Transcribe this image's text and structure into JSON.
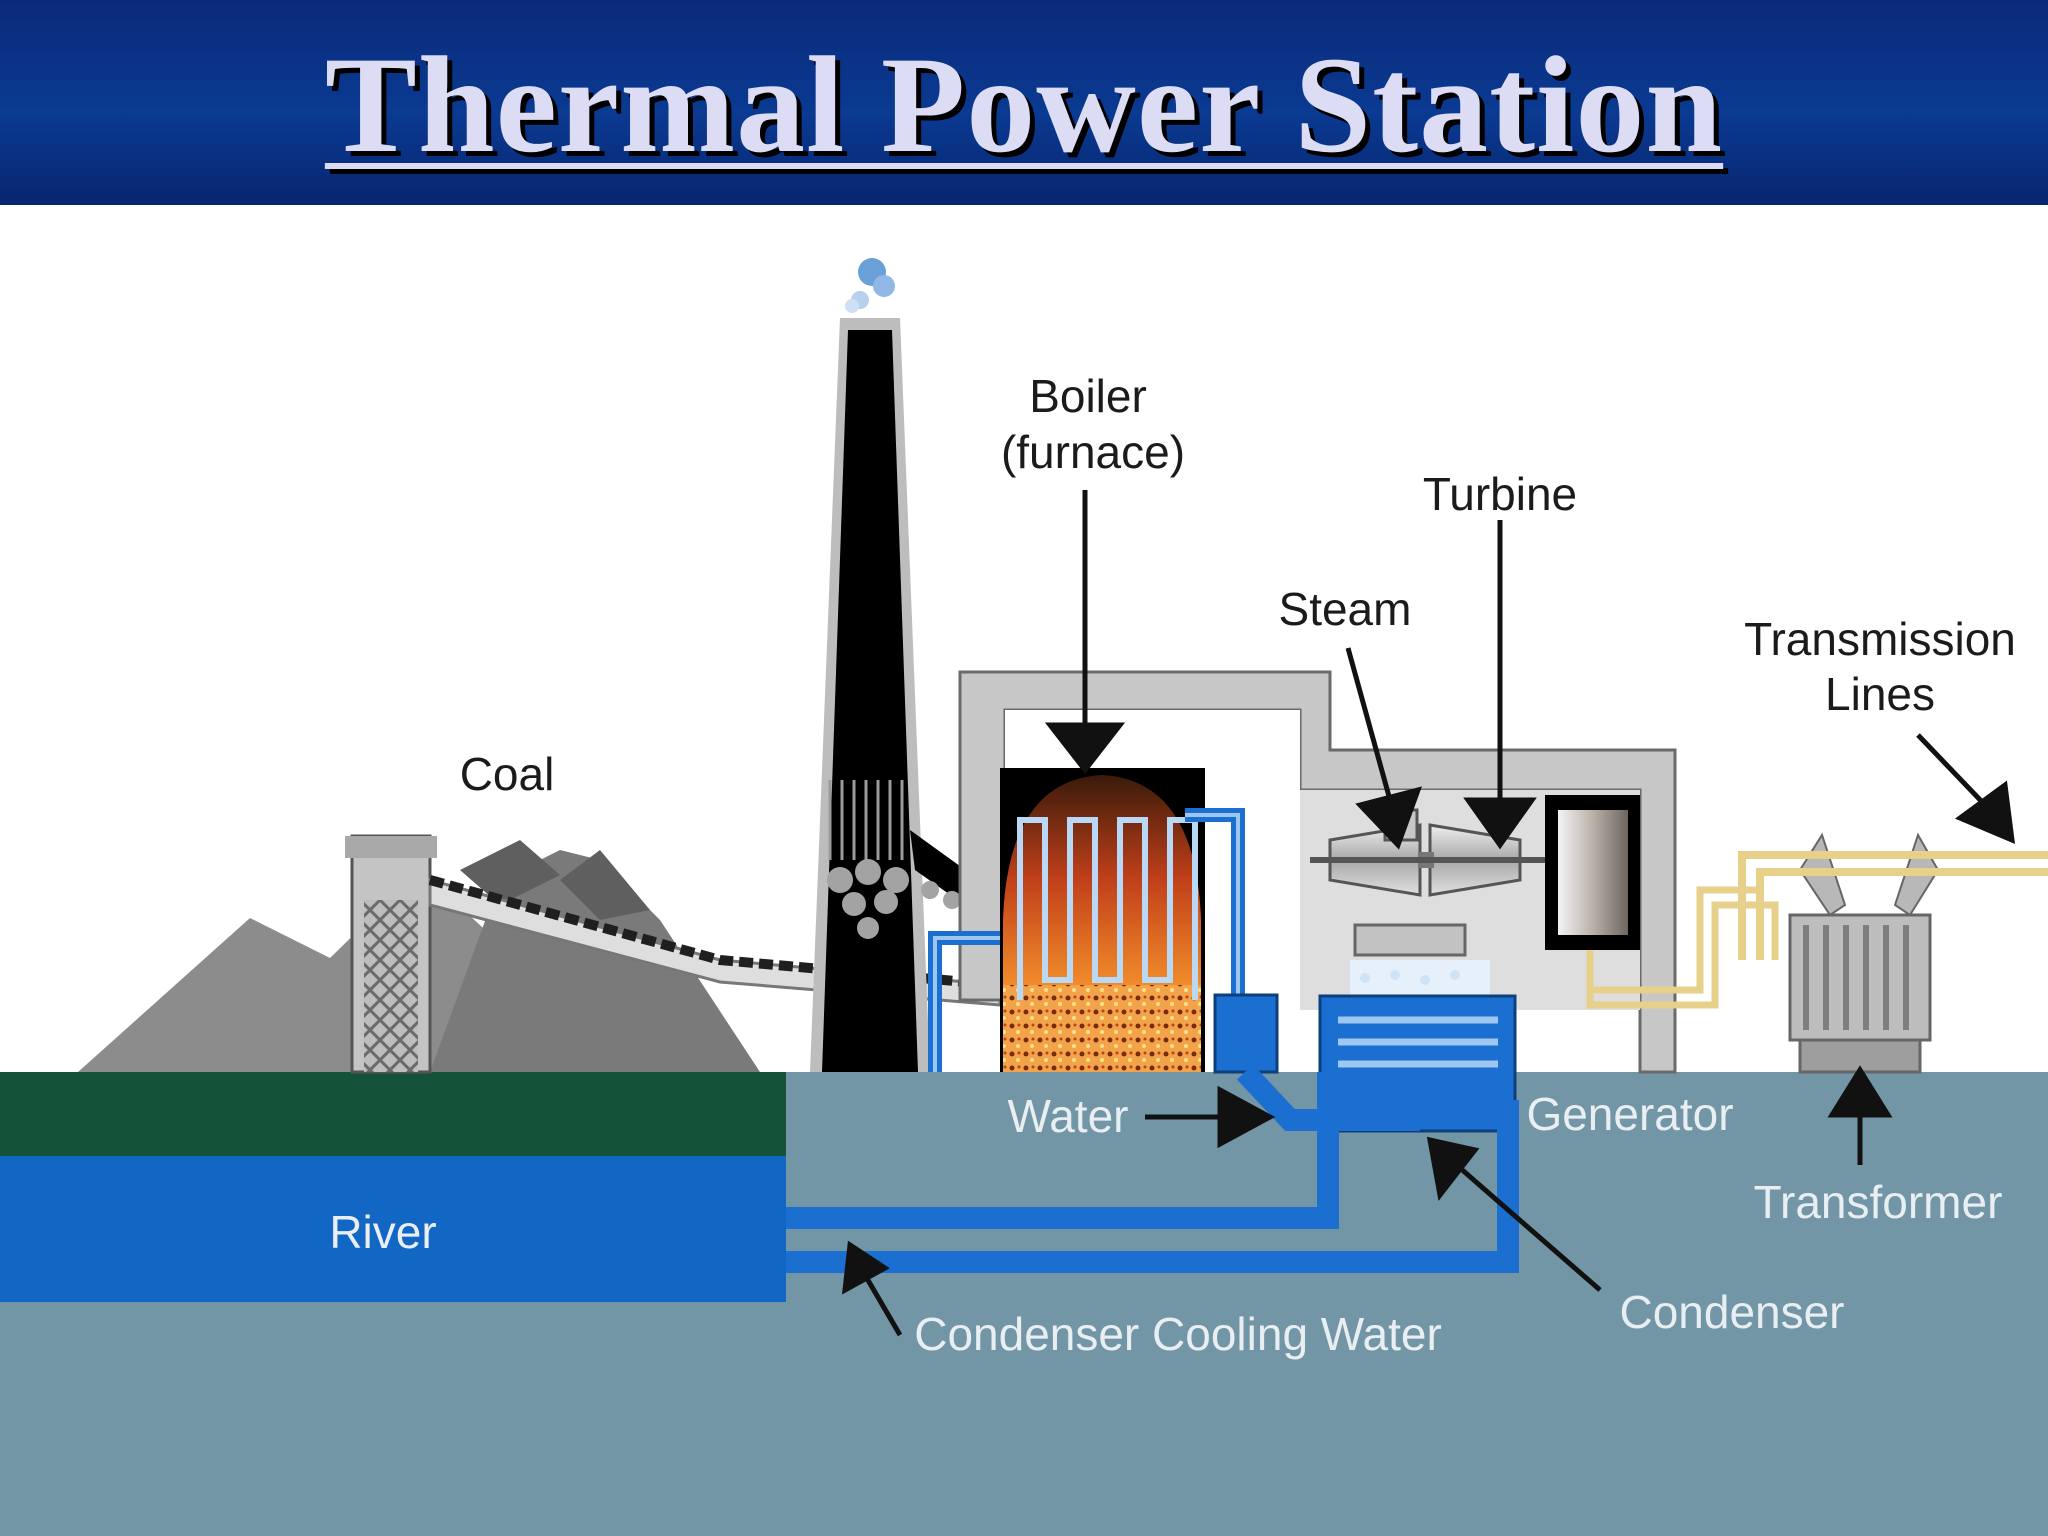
{
  "title": "Thermal Power Station",
  "labels": {
    "boiler_line1": "Boiler",
    "boiler_line2": "(furnace)",
    "turbine": "Turbine",
    "steam": "Steam",
    "transmission_line1": "Transmission",
    "transmission_line2": "Lines",
    "coal": "Coal",
    "water": "Water",
    "generator": "Generator",
    "river": "River",
    "transformer": "Transformer",
    "condenser": "Condenser",
    "condenser_cooling_water": "Condenser Cooling Water"
  },
  "colors": {
    "title_bar": "#0a3a92",
    "title_text": "#dcdcf4",
    "ground": "#7296a6",
    "river": "#1266c4",
    "grass": "#14533a",
    "water_pipe": "#1a6fd1",
    "building": "#cfcfcf",
    "chimney": "#000000"
  }
}
